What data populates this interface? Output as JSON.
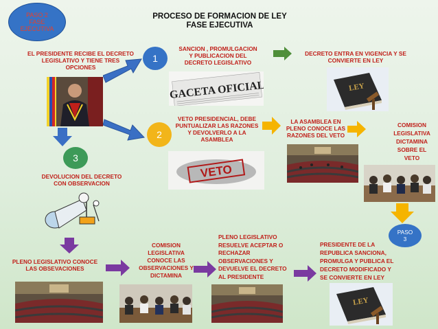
{
  "paso2": {
    "line1": "PASO 2",
    "line2": "FASE",
    "line3": "EJECUTIVA"
  },
  "title": {
    "line1": "PROCESO DE FORMACION DE LEY",
    "line2": "FASE EJECUTIVA"
  },
  "numbers": {
    "one": "1",
    "two": "2",
    "three": "3"
  },
  "paso3": {
    "line1": "PASO",
    "line2": "3"
  },
  "texts": {
    "presidente_recibe": [
      "EL PRESIDENTE RECIBE EL DECRETO",
      "LEGISLATIVO Y TIENE TRES",
      "OPCIONES"
    ],
    "sancion": [
      "SANCION , PROMULGACION",
      "Y PUBLICACION DEL",
      "DECRETO LEGISLATIVO"
    ],
    "decreto_entra": [
      "DECRETO ENTRA EN VIGENCIA Y SE",
      "CONVIERTE EN LEY"
    ],
    "veto": [
      "VETO PRESIDENCIAL, DEBE",
      "PUNTUALIZAR LAS RAZONES",
      "Y DEVOLVERLO A LA",
      "ASAMBLEA"
    ],
    "asamblea_conoce": [
      "LA ASAMBLEA EN",
      "PLENO CONOCE LAS",
      "RAZONES DEL VETO"
    ],
    "comision_dictamina": [
      "COMISION",
      "LEGISLATIVA",
      "DICTAMINA",
      "SOBRE EL",
      "VETO"
    ],
    "devolucion": [
      "DEVOLUCION DEL DECRETO",
      "CON OBSERVACION"
    ],
    "pleno_conoce": [
      "PLENO LEGISLATIVO CONOCE",
      "LAS OBSEVACIONES"
    ],
    "comision_conoce": [
      "COMISION",
      "LEGISLATIVA",
      "CONOCE LAS",
      "OBSERVACIONES Y",
      "DICTAMINA"
    ],
    "pleno_resuelve": [
      "PLENO LEGISLATIVO",
      "RESUELVE ACEPTAR O",
      "RECHAZAR",
      "OBSERVACIONES Y",
      "DEVUELVE EL DECRETO",
      "AL PRESIDENTE"
    ],
    "presidente_sanciona": [
      "PRESIDENTE DE LA",
      "REPUBLICA SANCIONA,",
      "PROMULGA Y PUBLICA EL",
      "DECRETO MODIFICADO Y",
      "SE CONVIERTE EN LEY"
    ]
  },
  "image_labels": {
    "gaceta": "GACETA OFICIAL",
    "veto": "VETO",
    "ley1": "LEY",
    "ley2": "LEY"
  },
  "colors": {
    "blue_arrow": "#3a6fc4",
    "green_arrow": "#4f8f3a",
    "yellow_arrow": "#f5b400",
    "purple_arrow": "#7a3aa0",
    "circle_blue": "#3573c6",
    "circle_yellow": "#f2b51a",
    "red_text": "#c0201a"
  }
}
